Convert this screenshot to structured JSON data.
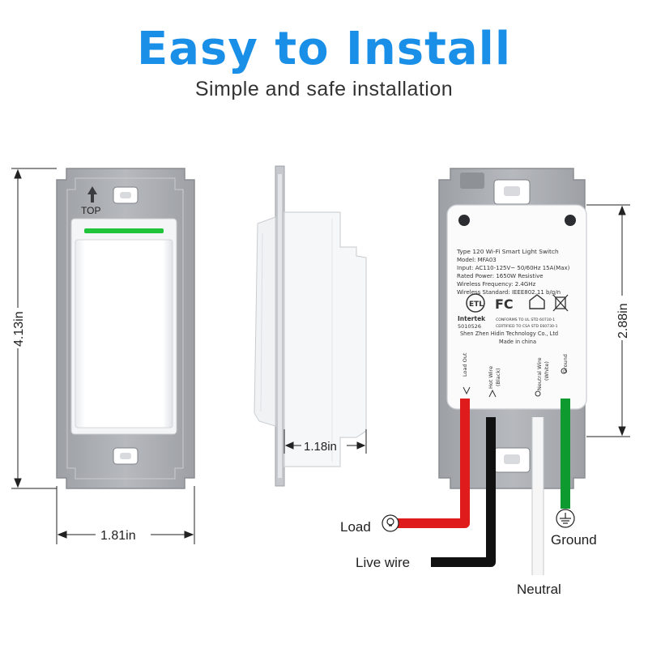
{
  "header": {
    "title": "Easy to Install",
    "subtitle": "Simple and safe installation"
  },
  "front_view": {
    "top_mark": "TOP",
    "height_dim": "4.13in",
    "width_dim": "1.81in"
  },
  "side_view": {
    "depth_dim": "1.18in"
  },
  "back_view": {
    "label_lines": [
      "Type 120 Wi-Fi Smart Light Switch",
      "Model: MFA03",
      "Input: AC110-125V~ 50/60Hz 15A(Max)",
      "Rated Power: 1650W    Resistive",
      "Wireless Frequency: 2.4GHz",
      "Wireless Standard: IEEE802.11 b/g/n"
    ],
    "cert_intertek": "Intertek",
    "cert_number": "5010526",
    "cert_conforms": "CONFORMS TO UL STD 60730-1",
    "cert_certified": "CERTIFIED TO CSA STD E60730-1",
    "manufacturer": "Shen Zhen Hidin Technology Co., Ltd",
    "made_in": "Made in china",
    "fc_mark": "FC",
    "terminals": {
      "load_out": "Load Out",
      "hot_wire": "Hot Wire",
      "hot_wire_sub": "(Black)",
      "neutral_wire": "Neutral Wire",
      "neutral_sub": "(White)",
      "ground": "Ground"
    },
    "height_dim": "2.88in"
  },
  "wires": {
    "load": "Load",
    "live_wire": "Live wire",
    "neutral": "Neutral",
    "ground": "Ground"
  },
  "colors": {
    "title_blue": "#1a8fe8",
    "led_green": "#1fc43a",
    "wire_red": "#e01b1b",
    "wire_black": "#111111",
    "wire_green": "#0f9a2f",
    "plate_gray": "#a7aaaf"
  }
}
